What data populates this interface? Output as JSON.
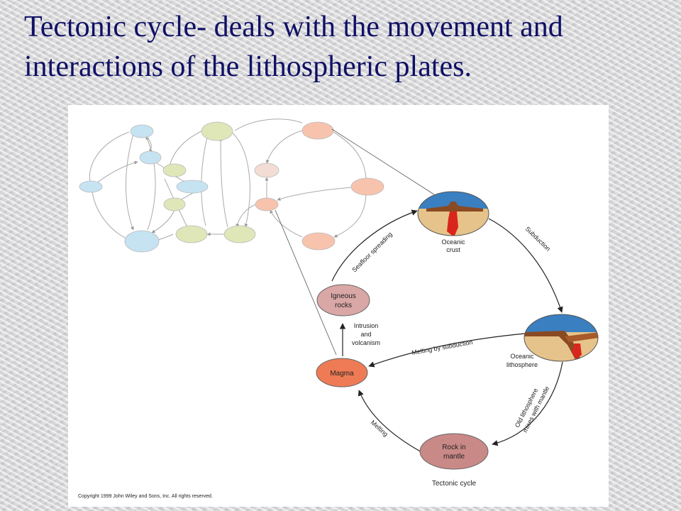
{
  "slide": {
    "title": "Tectonic cycle- deals with the movement and interactions of the lithospheric plates."
  },
  "diagram": {
    "nodes": {
      "oceanic_crust": [
        "Oceanic",
        "crust"
      ],
      "oceanic_lithosphere": [
        "Oceanic",
        "lithosphere"
      ],
      "rock_in_mantle": [
        "Rock in",
        "mantle"
      ],
      "magma": "Magma",
      "igneous_rocks": [
        "Igneous",
        "rocks"
      ]
    },
    "edges": {
      "subduction": "Subduction",
      "seafloor_spreading": "Seafloor spreading",
      "melting_by_subduction": "Melting by subduction",
      "old_lithosphere": [
        "Old lithosphere",
        "mixes with mantle"
      ],
      "melting": "Melting",
      "intrusion": [
        "Intrusion",
        "and",
        "volcanism"
      ]
    },
    "caption": "Tectonic cycle",
    "copyright": "Copyright 1999 John Wiley and Sons, Inc. All rights reserved."
  },
  "colors": {
    "title": "#101066",
    "ocean": "#3a7fc0",
    "crust": "#e6c38a",
    "magma_red": "#d9261c",
    "magma_node": "#ee7b55",
    "igneous_node": "#d9a7a6",
    "mantle_node": "#c98987",
    "rock_cycle_node": "#c6e3f2",
    "carbon_node": "#dfe6b8",
    "tectonic_node": "#f8c3ad"
  }
}
